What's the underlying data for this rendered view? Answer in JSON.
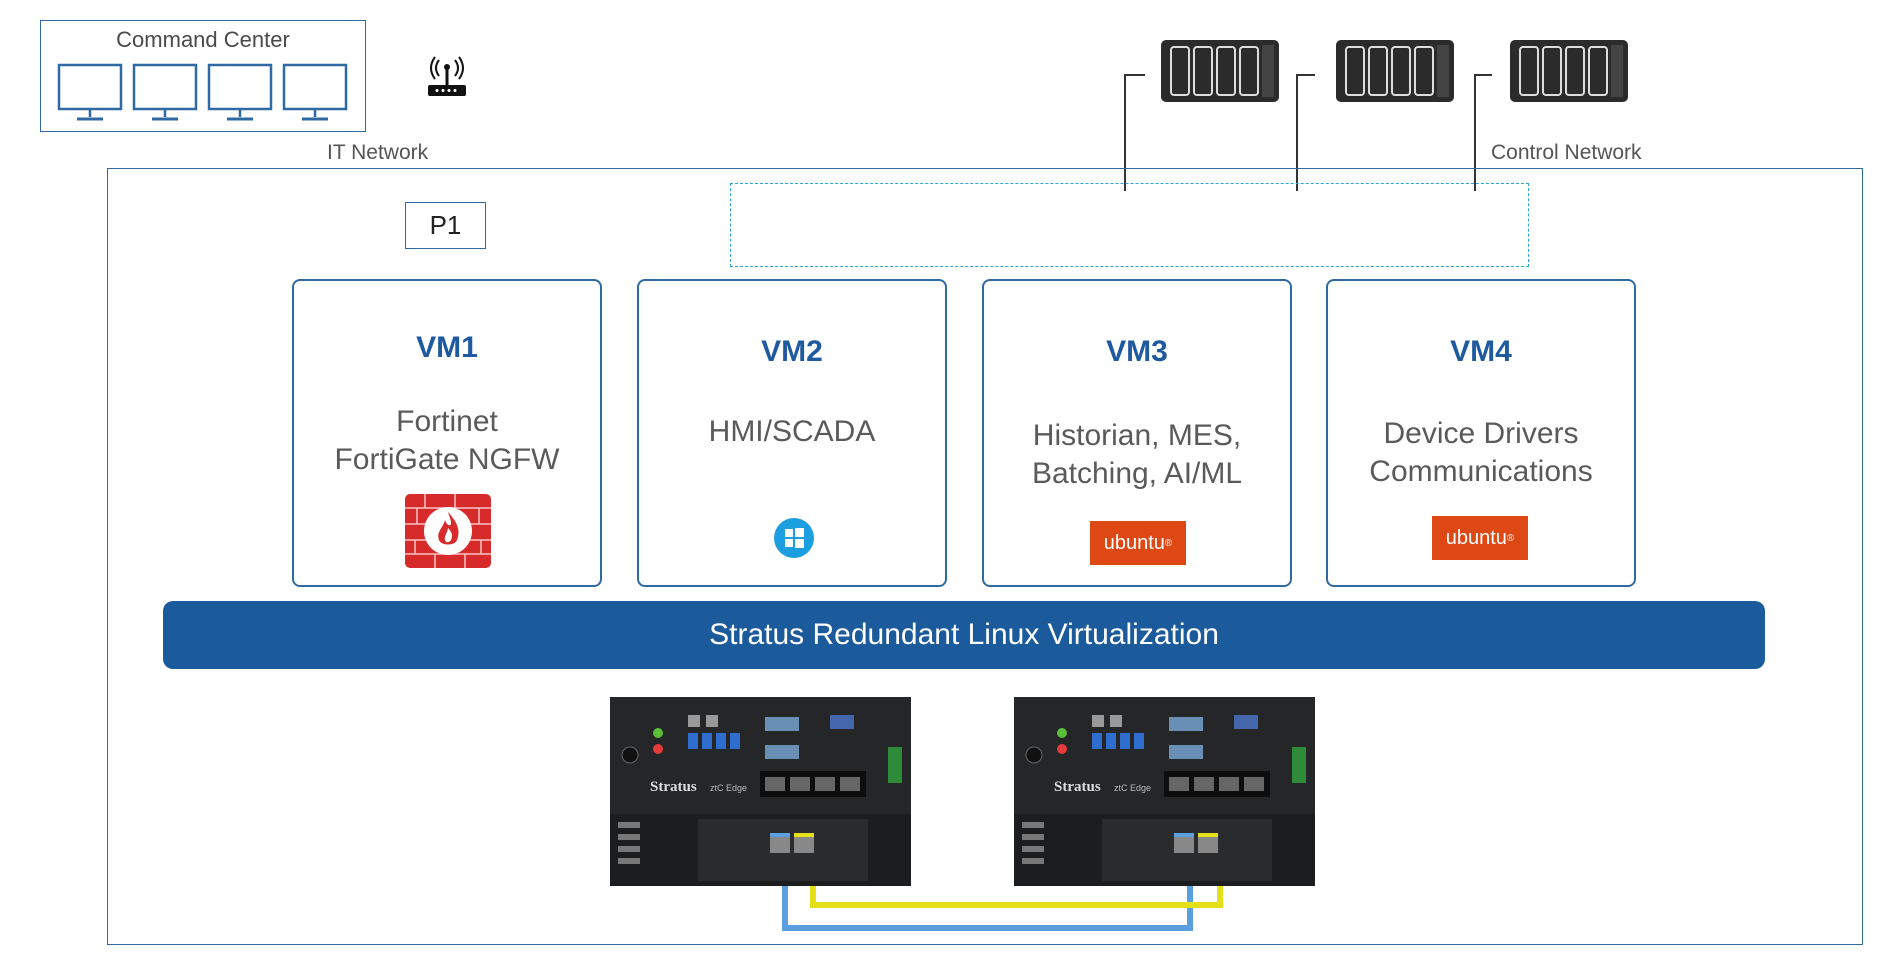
{
  "command_center": {
    "title": "Command Center",
    "monitors": [
      "monitor",
      "monitor",
      "monitor",
      "monitor"
    ]
  },
  "labels": {
    "it_network": "IT Network",
    "control_network": "Control Network",
    "p1": "P1"
  },
  "vms": [
    {
      "name": "VM1",
      "lines": [
        "Fortinet",
        "FortiGate NGFW"
      ],
      "os_icon": "firewall-icon"
    },
    {
      "name": "VM2",
      "lines": [
        "HMI/SCADA"
      ],
      "os_icon": "windows-icon"
    },
    {
      "name": "VM3",
      "lines": [
        "Historian, MES,",
        "Batching, AI/ML"
      ],
      "os_icon": "ubuntu-logo",
      "logo_text": "ubuntu"
    },
    {
      "name": "VM4",
      "lines": [
        "Device Drivers",
        "Communications"
      ],
      "os_icon": "ubuntu-logo",
      "logo_text": "ubuntu"
    }
  ],
  "virtualization_bar": "Stratus Redundant Linux Virtualization",
  "servers": [
    {
      "brand": "Stratus",
      "model": "ztC Edge"
    },
    {
      "brand": "Stratus",
      "model": "ztC Edge"
    }
  ],
  "colors": {
    "frame": "#2f6aa3",
    "bar": "#1b5a9b",
    "vm_title": "#1f5aa0",
    "ubuntu": "#dd4814",
    "link_blue": "#5aa0e0",
    "link_yellow": "#e3e01a",
    "dashed_zone": "#2fa3d9"
  }
}
